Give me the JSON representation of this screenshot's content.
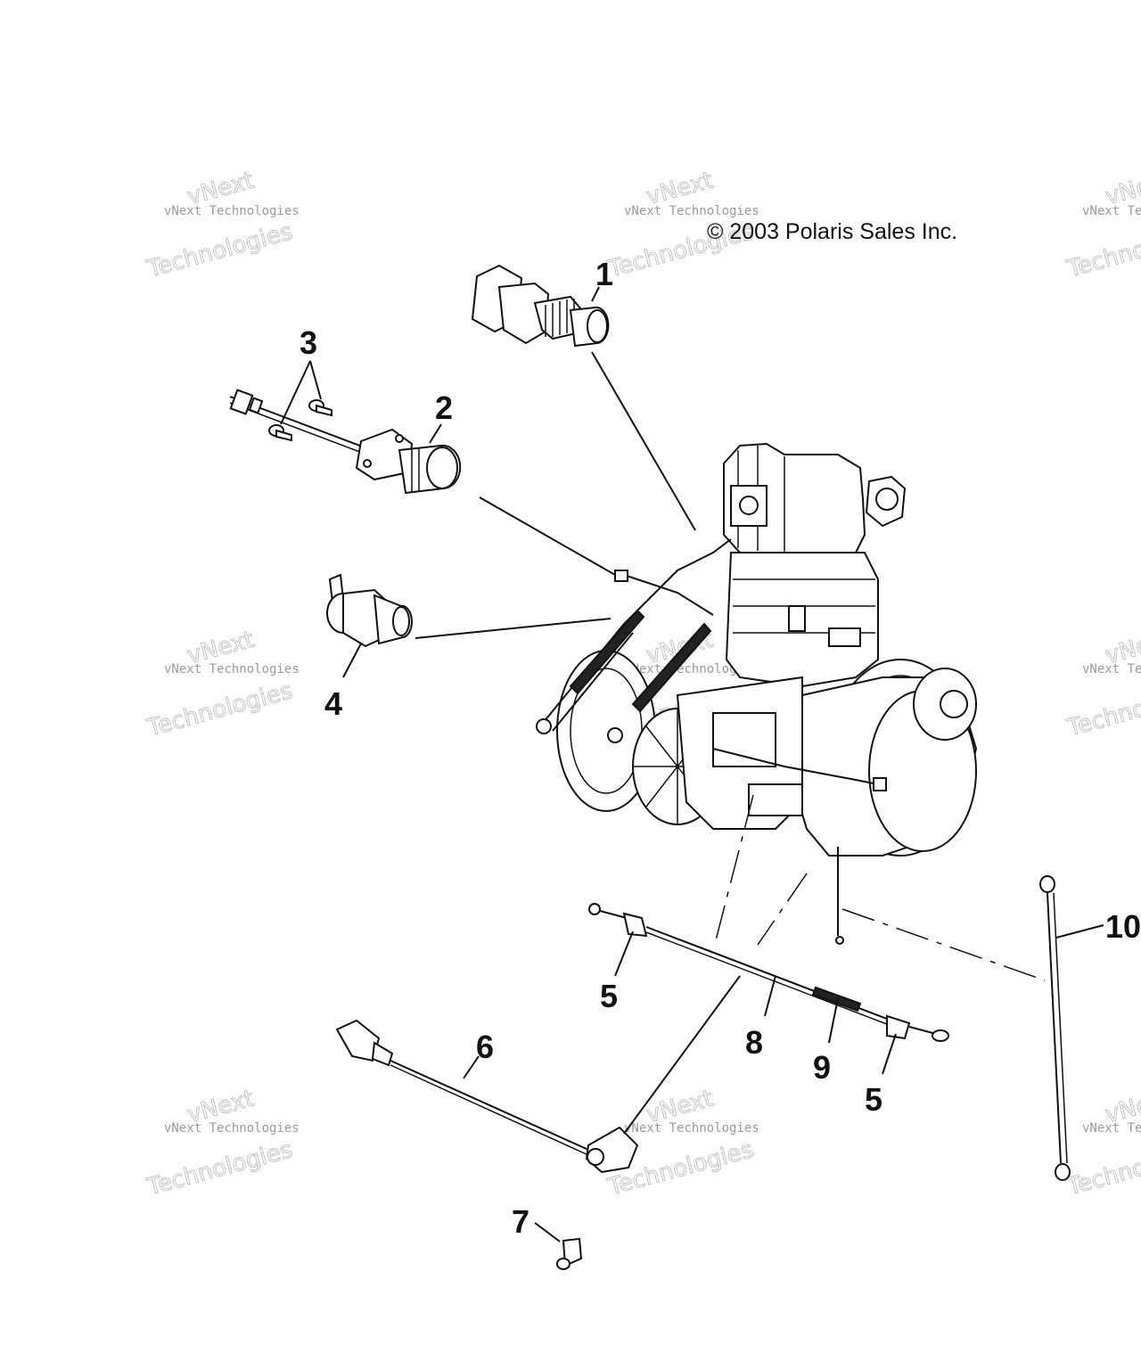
{
  "copyright": "© 2003 Polaris Sales Inc.",
  "watermark": {
    "small": "vNext Technologies",
    "brand": "vNext",
    "big": "Technologies"
  },
  "callouts": {
    "c1": "1",
    "c2": "2",
    "c3": "3",
    "c4": "4",
    "c5a": "5",
    "c5b": "5",
    "c6": "6",
    "c7": "7",
    "c8": "8",
    "c9": "9",
    "c10": "10"
  }
}
